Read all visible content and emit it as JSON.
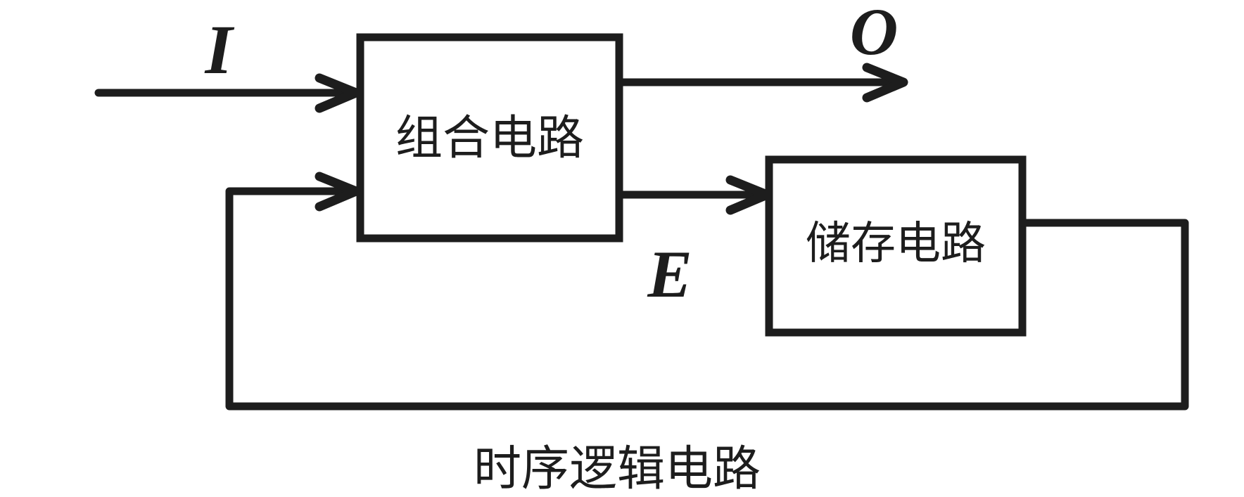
{
  "theme": {
    "background": "#ffffff",
    "ink": "#1d1d1d"
  },
  "diagram": {
    "caption": "时序逻辑电路",
    "blocks": [
      {
        "id": "combinational-circuit",
        "label": "组合电路"
      },
      {
        "id": "storage-circuit",
        "label": "储存电路"
      }
    ],
    "signal_labels": {
      "input": "I",
      "output": "O",
      "excitation": "E"
    }
  }
}
